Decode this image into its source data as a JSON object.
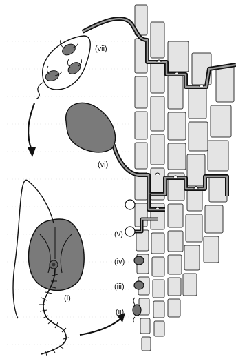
{
  "figure": {
    "stages": [
      {
        "id": "i",
        "label": "(i)"
      },
      {
        "id": "ii",
        "label": "(ii)"
      },
      {
        "id": "iii",
        "label": "(iii)"
      },
      {
        "id": "iv",
        "label": "(iv)"
      },
      {
        "id": "v",
        "label": "(v)"
      },
      {
        "id": "vi",
        "label": "(vi)"
      },
      {
        "id": "vii",
        "label": "(vii)"
      }
    ],
    "colors": {
      "cell_fill": "#e4e4e4",
      "cell_stroke": "#333333",
      "organism_fill": "#7a7a7a",
      "outline": "#111111",
      "background": "#ffffff"
    }
  }
}
